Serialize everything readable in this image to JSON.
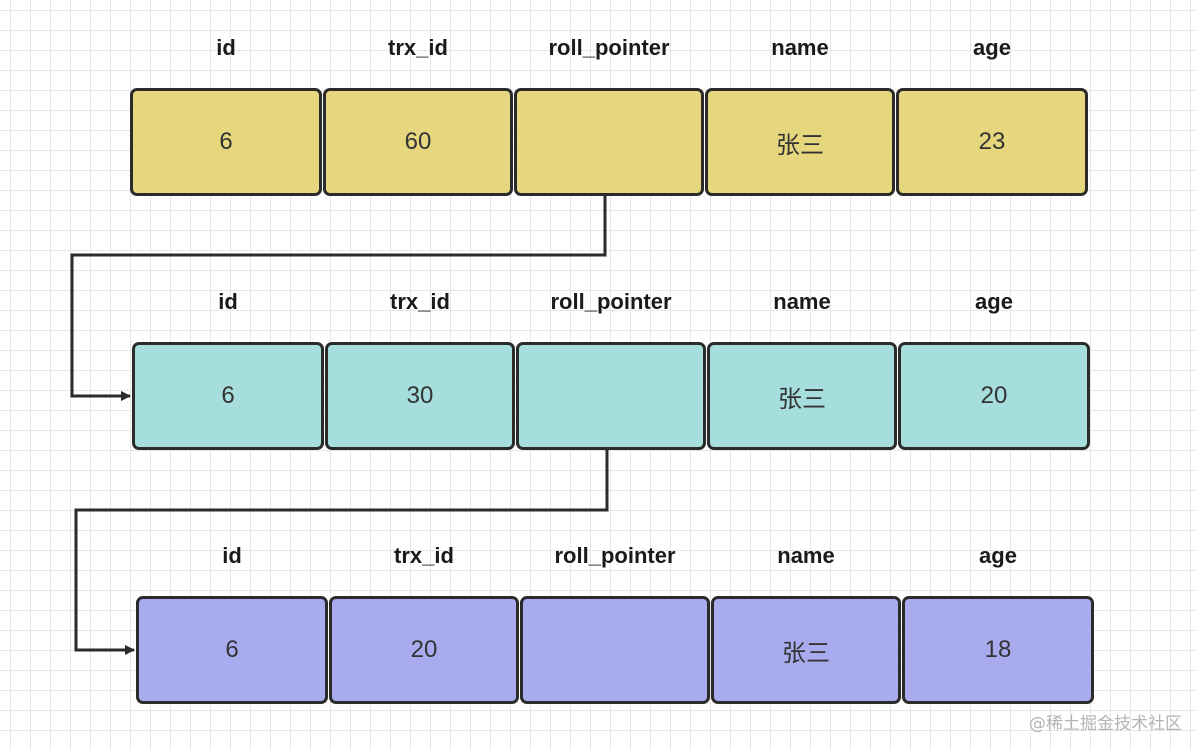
{
  "colors": {
    "row_fills": [
      "#e6d77e",
      "#a6dedd",
      "#a8acee"
    ],
    "border": "#2b2b2b",
    "connector": "#2b2b2b"
  },
  "columns": [
    "id",
    "trx_id",
    "roll_pointer",
    "name",
    "age"
  ],
  "rows": [
    {
      "cells": [
        "6",
        "60",
        "",
        "张三",
        "23"
      ]
    },
    {
      "cells": [
        "6",
        "30",
        "",
        "张三",
        "20"
      ]
    },
    {
      "cells": [
        "6",
        "20",
        "",
        "张三",
        "18"
      ]
    }
  ],
  "watermark": "@稀土掘金技术社区"
}
